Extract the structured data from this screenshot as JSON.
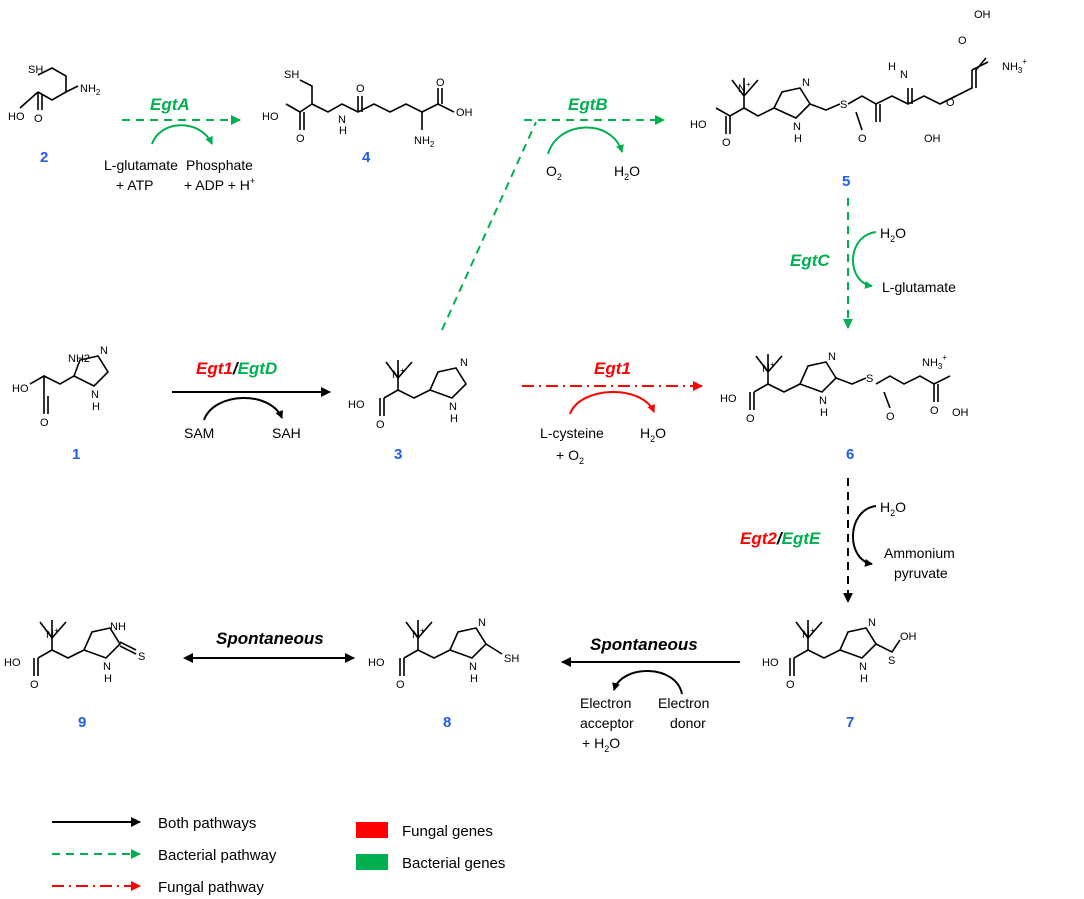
{
  "colors": {
    "fungal": "#ff0000",
    "bacterial": "#00b050",
    "both": "#000000",
    "compound_number": "#1f5ee6"
  },
  "compounds": [
    {
      "id": "2",
      "number": "2",
      "groups": {
        "sh": "SH",
        "ho": "HO",
        "nh2": "NH",
        "nh2_sub": "2",
        "o": "O"
      }
    },
    {
      "id": "4",
      "number": "4",
      "groups": {
        "sh": "SH",
        "ho": "HO",
        "oh": "OH",
        "h": "H",
        "n": "N",
        "nh2": "NH",
        "nh2_sub": "2",
        "o1": "O",
        "o2": "O",
        "o3": "O"
      }
    },
    {
      "id": "5",
      "number": "5",
      "groups": {
        "oh_top": "OH",
        "nh3": "NH",
        "nh3_sub": "3",
        "plus": "+",
        "n_top": "N",
        "h": "H",
        "ho": "HO",
        "n_plus": "N",
        "plus2": "+",
        "ring_n": "N",
        "ring_nh": "N",
        "ring_h": "H",
        "s": "S",
        "o_s": "O",
        "oh": "OH",
        "o1": "O",
        "o2": "O",
        "o3": "O"
      }
    },
    {
      "id": "1",
      "number": "1",
      "groups": {
        "nh2": "NH2",
        "ho": "HO",
        "o": "O",
        "ring_n": "N",
        "ring_nh": "N",
        "ring_h": "H"
      }
    },
    {
      "id": "3",
      "number": "3",
      "groups": {
        "n_plus": "N",
        "plus": "+",
        "ho": "HO",
        "o": "O",
        "ring_n": "N",
        "ring_nh": "N",
        "ring_h": "H"
      }
    },
    {
      "id": "6",
      "number": "6",
      "groups": {
        "n_plus": "N",
        "plus": "+",
        "ho": "HO",
        "o": "O",
        "ring_n": "N",
        "ring_nh": "N",
        "ring_h": "H",
        "s": "S",
        "o_s": "O",
        "nh3": "NH",
        "nh3_sub": "3",
        "plus2": "+",
        "oh": "OH",
        "o2": "O"
      }
    },
    {
      "id": "7",
      "number": "7",
      "groups": {
        "n_plus": "N",
        "plus": "+",
        "ho": "HO",
        "o": "O",
        "ring_n": "N",
        "ring_nh": "N",
        "ring_h": "H",
        "s": "S",
        "oh": "OH"
      }
    },
    {
      "id": "8",
      "number": "8",
      "groups": {
        "n_plus": "N",
        "plus": "+",
        "ho": "HO",
        "o": "O",
        "ring_n": "N",
        "ring_nh": "N",
        "ring_h": "H",
        "sh": "SH"
      }
    },
    {
      "id": "9",
      "number": "9",
      "groups": {
        "n_plus": "N",
        "plus": "+",
        "ho": "HO",
        "o": "O",
        "ring_nh_top": "NH",
        "ring_nh_bot": "N",
        "ring_h": "H",
        "s": "S"
      }
    }
  ],
  "reactions": {
    "egtA": {
      "enzyme": "EgtA",
      "cosub_in_1": "L-glutamate",
      "cosub_in_2": "+ ATP",
      "cosub_out_1": "Phosphate",
      "cosub_out_2": "+ ADP + H",
      "cosub_out_sup": "+"
    },
    "egtB": {
      "enzyme": "EgtB",
      "cosub_in": "O",
      "cosub_in_sub": "2",
      "cosub_out": "H",
      "cosub_out_sub": "2",
      "cosub_out_tail": "O"
    },
    "egtC": {
      "enzyme": "EgtC",
      "cosub_in": "H",
      "cosub_in_sub": "2",
      "cosub_in_tail": "O",
      "cosub_out": "L-glutamate"
    },
    "egt1_egtD": {
      "enzyme_fungal": "Egt1",
      "slash": "/",
      "enzyme_bacterial": "EgtD",
      "cosub_in": "SAM",
      "cosub_out": "SAH"
    },
    "egt1": {
      "enzyme": "Egt1",
      "cosub_in_1": "L-cysteine",
      "cosub_in_2": "+ O",
      "cosub_in_2_sub": "2",
      "cosub_out": "H",
      "cosub_out_sub": "2",
      "cosub_out_tail": "O"
    },
    "egt2_egtE": {
      "enzyme_fungal": "Egt2",
      "slash": "/",
      "enzyme_bacterial": "EgtE",
      "cosub_in": "H",
      "cosub_in_sub": "2",
      "cosub_in_tail": "O",
      "cosub_out_1": "Ammonium",
      "cosub_out_2": "pyruvate"
    },
    "spont_7_8": {
      "label": "Spontaneous",
      "cosub_out_1": "Electron",
      "cosub_out_2": "acceptor",
      "cosub_out_3": "+ H",
      "cosub_out_3_sub": "2",
      "cosub_out_3_tail": "O",
      "cosub_in_1": "Electron",
      "cosub_in_2": "donor"
    },
    "spont_8_9": {
      "label": "Spontaneous"
    }
  },
  "legend": {
    "lines": [
      {
        "style": "solid",
        "color": "#000000",
        "label": "Both pathways"
      },
      {
        "style": "dashed",
        "color": "#00b050",
        "label": "Bacterial pathway"
      },
      {
        "style": "dash-dot",
        "color": "#ff0000",
        "label": "Fungal pathway"
      }
    ],
    "swatches": [
      {
        "color": "#ff0000",
        "label": "Fungal genes"
      },
      {
        "color": "#00b050",
        "label": "Bacterial genes"
      }
    ]
  }
}
